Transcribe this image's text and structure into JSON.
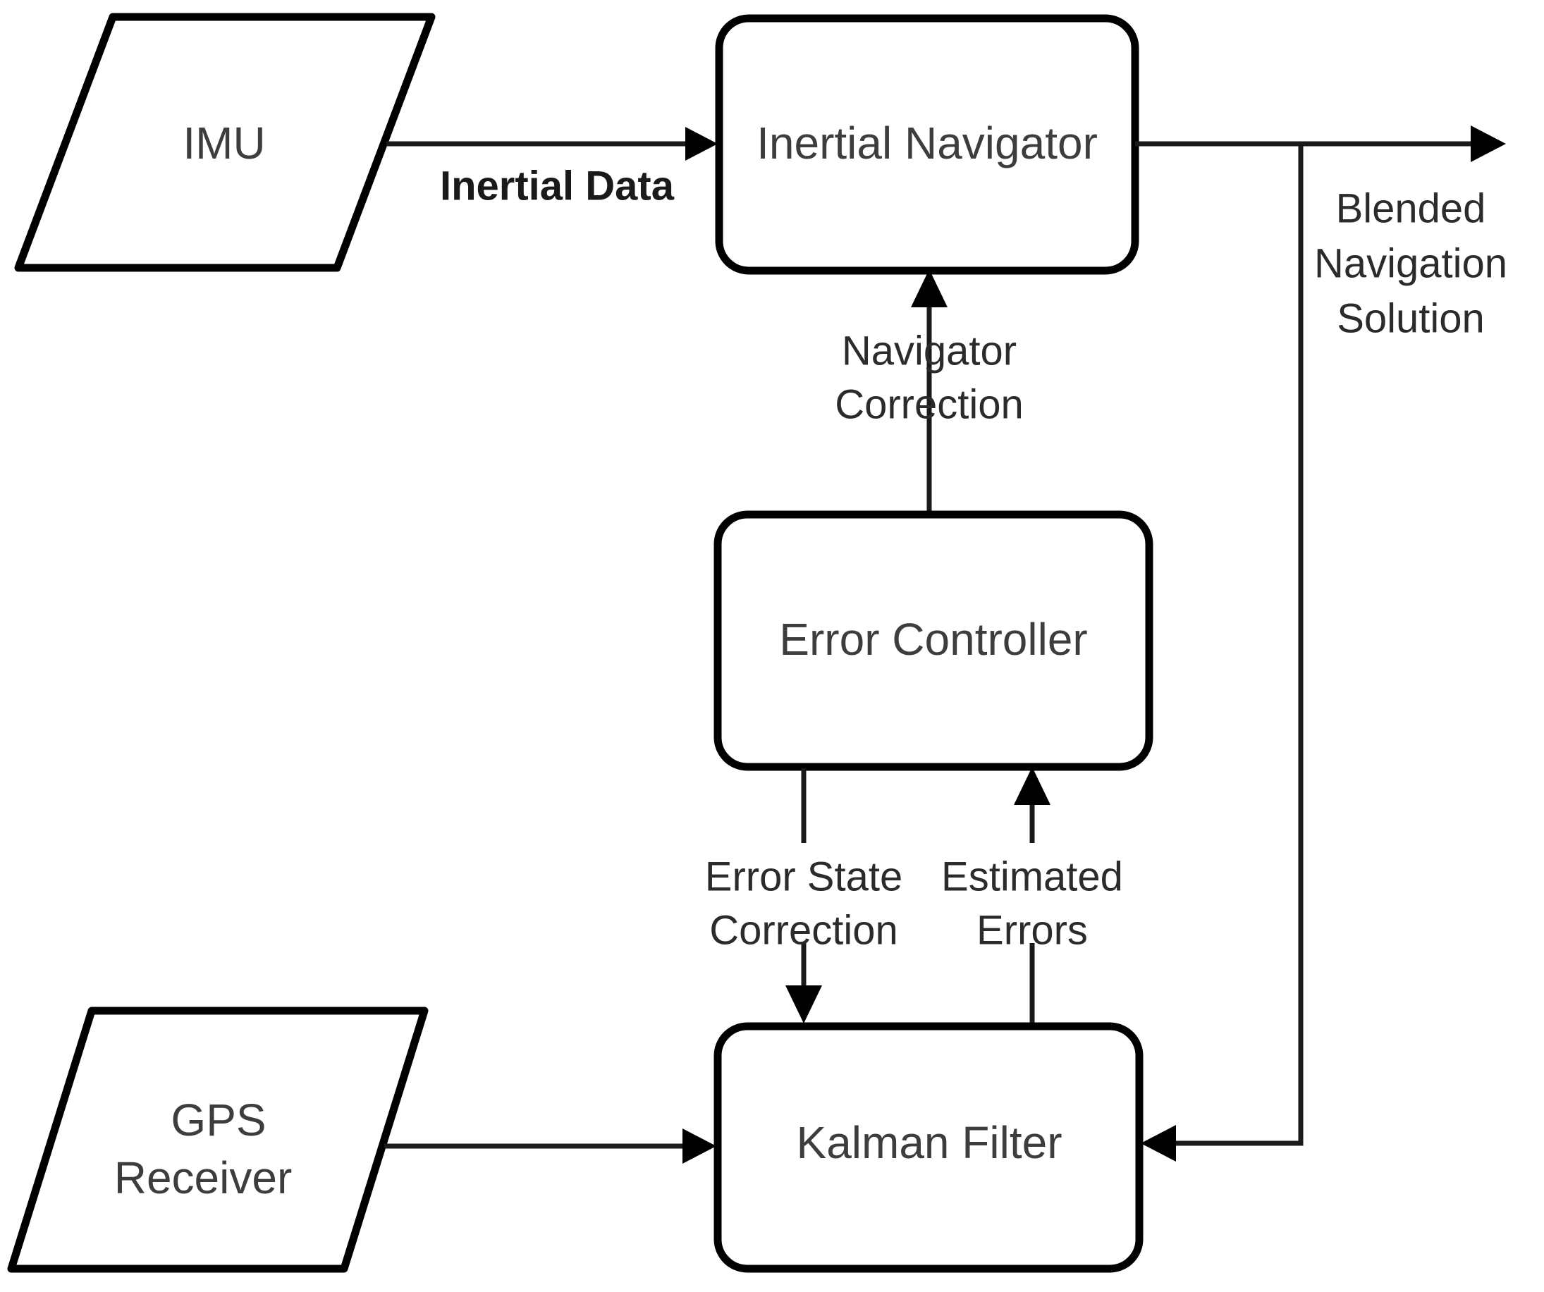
{
  "diagram": {
    "title": "GPS/INS Integrated Navigation Block Diagram",
    "colors": {
      "stroke": "#000000",
      "text": "#3a3a3a",
      "background": "#ffffff"
    },
    "nodes": {
      "imu": {
        "label": "IMU",
        "shape": "parallelogram"
      },
      "inertial_navigator": {
        "label": "Inertial Navigator",
        "shape": "rounded-rect"
      },
      "error_controller": {
        "label": "Error Controller",
        "shape": "rounded-rect"
      },
      "kalman_filter": {
        "label": "Kalman Filter",
        "shape": "rounded-rect"
      },
      "gps_receiver": {
        "label": "GPS Receiver",
        "label_line1": "GPS",
        "label_line2": "Receiver",
        "shape": "parallelogram"
      }
    },
    "edges": {
      "inertial_data": {
        "label": "Inertial Data",
        "from": "imu",
        "to": "inertial_navigator",
        "bold": true
      },
      "navigator_correction": {
        "label_line1": "Navigator",
        "label_line2": "Correction",
        "from": "error_controller",
        "to": "inertial_navigator"
      },
      "error_state_correction": {
        "label_line1": "Error State",
        "label_line2": "Correction",
        "from": "error_controller",
        "to": "kalman_filter"
      },
      "estimated_errors": {
        "label_line1": "Estimated",
        "label_line2": "Errors",
        "from": "kalman_filter",
        "to": "error_controller"
      },
      "gps_to_kalman": {
        "label": "",
        "from": "gps_receiver",
        "to": "kalman_filter"
      },
      "blended_navigation_solution": {
        "label_line1": "Blended",
        "label_line2": "Navigation",
        "label_line3": "Solution",
        "from": "inertial_navigator",
        "to": "output"
      },
      "feedback_to_kalman": {
        "label": "",
        "from": "inertial_navigator",
        "to": "kalman_filter"
      }
    }
  }
}
